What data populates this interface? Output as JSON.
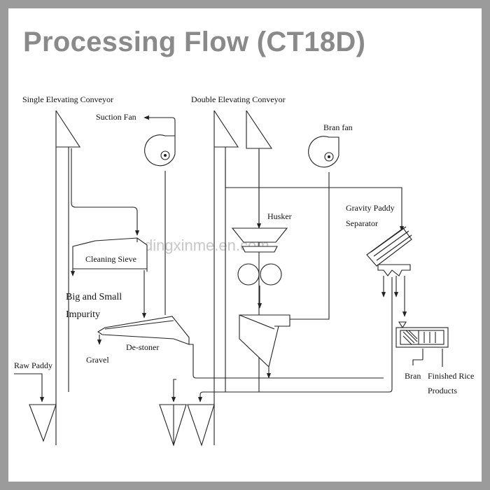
{
  "title": "Processing Flow (CT18D)",
  "watermark": "dingxinme.en.com",
  "labels": {
    "single_elevating_conveyor": "Single Elevating Conveyor",
    "double_elevating_conveyor": "Double Elevating Conveyor",
    "suction_fan": "Suction Fan",
    "bran_fan": "Bran fan",
    "husker": "Husker",
    "gravity_paddy_line1": "Gravity Paddy",
    "gravity_paddy_line2": "Separator",
    "cleaning_sieve": "Cleaning Sieve",
    "big_small_line1": "Big and Small",
    "big_small_line2": "Impurity",
    "de_stoner": "De-stoner",
    "gravel": "Gravel",
    "raw_paddy": "Raw Paddy",
    "bran": "Bran",
    "finished_rice_line1": "Finished Rice",
    "finished_rice_line2": "Products"
  }
}
